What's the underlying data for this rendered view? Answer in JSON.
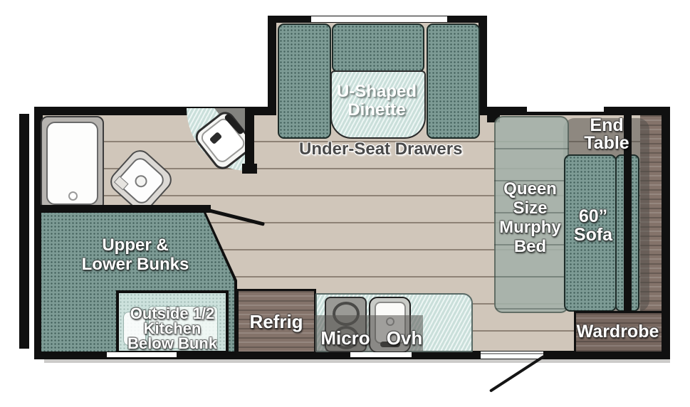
{
  "floorplan": {
    "type": "travel-trailer-floorplan",
    "dinette": {
      "line1": "U-Shaped",
      "line2": "Dinette"
    },
    "under_seat_drawers": "Under-Seat Drawers",
    "end_table": {
      "line1": "End",
      "line2": "Table"
    },
    "murphy_bed": {
      "line1": "Queen",
      "line2": "Size",
      "line3": "Murphy",
      "line4": "Bed"
    },
    "sofa": {
      "line1": "60”",
      "line2": "Sofa"
    },
    "bunks": {
      "line1": "Upper &",
      "line2": "Lower Bunks"
    },
    "outside_kitchen": {
      "line1": "Outside 1/2",
      "line2": "Kitchen",
      "line3": "Below Bunk"
    },
    "refrigerator": "Refrig",
    "microwave": "Micro",
    "overhead_cabinet": "Ovh",
    "wardrobe": "Wardrobe",
    "colors": {
      "cushion_teal": "#7d9b95",
      "counter_teal": "#d8eae6",
      "floor_tan": "#d0c6ba",
      "wall_black": "#101010",
      "wood_brown": "#84736a",
      "murphy_bed_green": "#a3b1a9"
    }
  }
}
